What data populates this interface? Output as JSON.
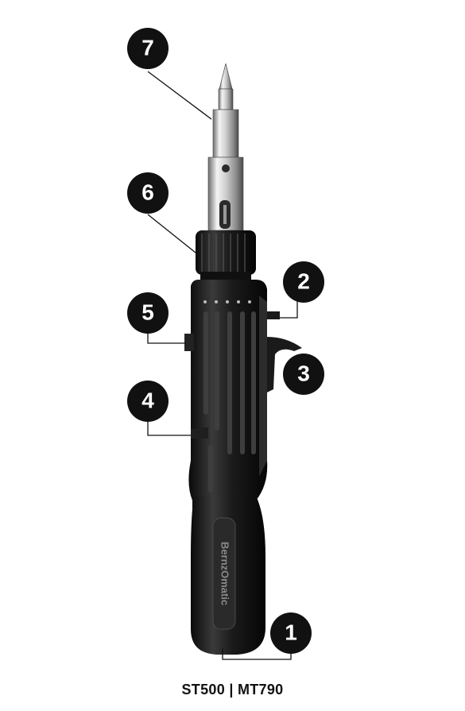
{
  "caption": "ST500 | MT790",
  "callouts": [
    {
      "id": "1",
      "label": "1"
    },
    {
      "id": "2",
      "label": "2"
    },
    {
      "id": "3",
      "label": "3"
    },
    {
      "id": "4",
      "label": "4"
    },
    {
      "id": "5",
      "label": "5"
    },
    {
      "id": "6",
      "label": "6"
    },
    {
      "id": "7",
      "label": "7"
    }
  ],
  "brand_text": "BernzOmatic",
  "colors": {
    "body": "#161616",
    "metal": "#cfcfcf",
    "callout": "#111111",
    "background": "#ffffff"
  }
}
